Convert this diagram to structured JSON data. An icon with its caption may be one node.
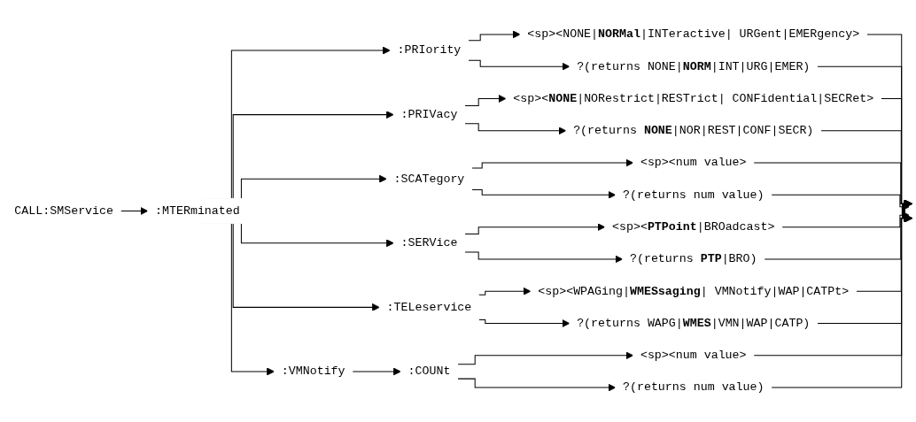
{
  "diagram": {
    "nodes": [
      {
        "text": [
          "CALL:SMService"
        ]
      },
      {
        "text": [
          ":MTERminated"
        ]
      },
      {
        "text": [
          ":PRIority"
        ]
      },
      {
        "text": [
          "<sp><NONE|**NORMal**|INTeractive| URGent|EMERgency>"
        ]
      },
      {
        "text": [
          "?(returns NONE|**NORM**|INT|URG|EMER)"
        ]
      },
      {
        "text": [
          ":PRIVacy"
        ]
      },
      {
        "text": [
          "<sp><**NONE**|NORestrict|RESTrict| CONFidential|SECRet>"
        ]
      },
      {
        "text": [
          "?(returns **NONE**|NOR|REST|CONF|SECR)"
        ]
      },
      {
        "text": [
          ":SCATegory"
        ]
      },
      {
        "text": [
          "<sp><num value>"
        ]
      },
      {
        "text": [
          "?(returns num value)"
        ]
      },
      {
        "text": [
          ":SERVice"
        ]
      },
      {
        "text": [
          "<sp><**PTPoint**|BROadcast>"
        ]
      },
      {
        "text": [
          "?(returns **PTP**|BRO)"
        ]
      },
      {
        "text": [
          ":TELeservice"
        ]
      },
      {
        "text": [
          "<sp><WPAGing|**WMESsaging**| VMNotify|WAP|CATPt>"
        ]
      },
      {
        "text": [
          "?(returns WAPG|**WMES**|VMN|WAP|CATP)"
        ]
      },
      {
        "text": [
          ":VMNotify"
        ]
      },
      {
        "text": [
          ":COUNt"
        ]
      },
      {
        "text": [
          "<sp><num value>"
        ]
      },
      {
        "text": [
          "?(returns num value)"
        ]
      },
      {
        "text": [],
        "shape": "bar"
      }
    ],
    "edges": [
      {
        "from": 0,
        "to": 1,
        "arrow": "to"
      },
      {
        "from": 1,
        "to": 2,
        "arrow": "to"
      },
      {
        "from": 1,
        "to": 5,
        "arrow": "to"
      },
      {
        "from": 1,
        "to": 8,
        "arrow": "to"
      },
      {
        "from": 1,
        "to": 11,
        "arrow": "to"
      },
      {
        "from": 1,
        "to": 14,
        "arrow": "to"
      },
      {
        "from": 1,
        "to": 17,
        "arrow": "to"
      },
      {
        "from": 2,
        "to": 3,
        "arrow": "to"
      },
      {
        "from": 2,
        "to": 4,
        "arrow": "to"
      },
      {
        "from": 5,
        "to": 6,
        "arrow": "to"
      },
      {
        "from": 5,
        "to": 7,
        "arrow": "to"
      },
      {
        "from": 8,
        "to": 9,
        "arrow": "to"
      },
      {
        "from": 8,
        "to": 10,
        "arrow": "to"
      },
      {
        "from": 11,
        "to": 12,
        "arrow": "to"
      },
      {
        "from": 11,
        "to": 13,
        "arrow": "to"
      },
      {
        "from": 14,
        "to": 15,
        "arrow": "to"
      },
      {
        "from": 14,
        "to": 16,
        "arrow": "to"
      },
      {
        "from": 17,
        "to": 18,
        "arrow": "to"
      },
      {
        "from": 18,
        "to": 19,
        "arrow": "to"
      },
      {
        "from": 18,
        "to": 20,
        "arrow": "to"
      },
      {
        "from": 3,
        "to": 21,
        "arrow": "to"
      },
      {
        "from": 4,
        "to": 21,
        "arrow": "to"
      },
      {
        "from": 6,
        "to": 21,
        "arrow": "to"
      },
      {
        "from": 7,
        "to": 21,
        "arrow": "to"
      },
      {
        "from": 9,
        "to": 21,
        "arrow": "to"
      },
      {
        "from": 10,
        "to": 21,
        "arrow": "to"
      },
      {
        "from": 12,
        "to": 21,
        "arrow": "to"
      },
      {
        "from": 13,
        "to": 21,
        "arrow": "to"
      },
      {
        "from": 15,
        "to": 21,
        "arrow": "to"
      },
      {
        "from": 16,
        "to": 21,
        "arrow": "to"
      },
      {
        "from": 19,
        "to": 21,
        "arrow": "to"
      },
      {
        "from": 20,
        "to": 21,
        "arrow": "to"
      }
    ]
  }
}
